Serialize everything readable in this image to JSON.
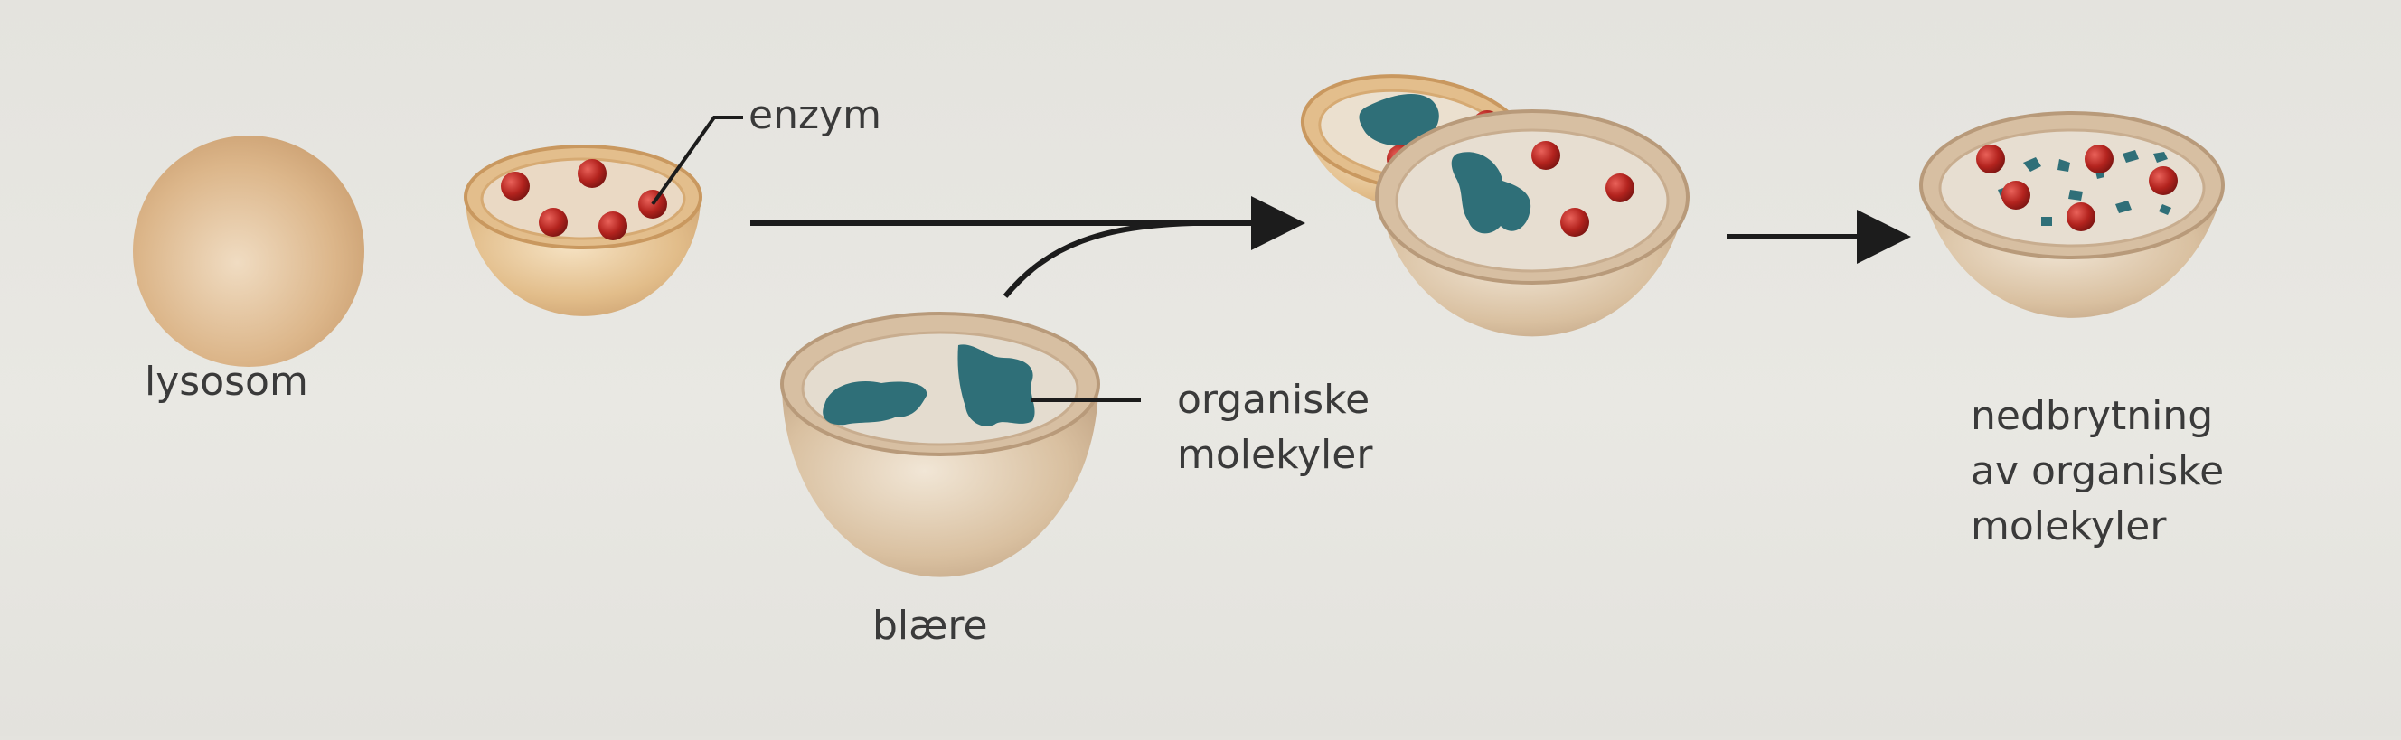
{
  "labels": {
    "lysosome": "lysosom",
    "enzyme": "enzym",
    "vesicle": "blære",
    "organic_molecules": [
      "organiske",
      "molekyler"
    ],
    "breakdown": [
      "nedbrytning",
      "av organiske",
      "molekyler"
    ]
  },
  "colors": {
    "background": "#e7e6e1",
    "membrane": "#d9b58a",
    "membrane_inner": "#cfb59a",
    "enzyme": "#b3231e",
    "molecule": "#2f6f78",
    "arrow": "#1c1c1c",
    "text": "#3a3a3a"
  }
}
